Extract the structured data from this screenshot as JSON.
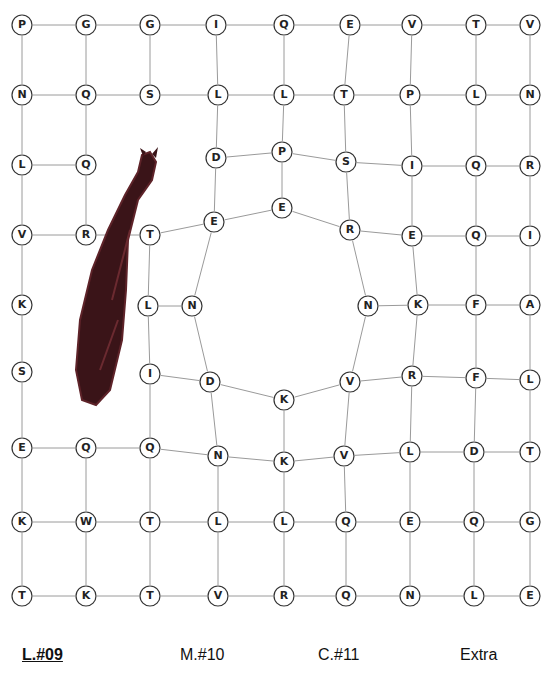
{
  "diagram": {
    "nodes": [
      {
        "text": [
          "P"
        ]
      },
      {
        "text": [
          "G"
        ]
      },
      {
        "text": [
          "G"
        ]
      },
      {
        "text": [
          "I"
        ]
      },
      {
        "text": [
          "Q"
        ]
      },
      {
        "text": [
          "E"
        ]
      },
      {
        "text": [
          "V"
        ]
      },
      {
        "text": [
          "T"
        ]
      },
      {
        "text": [
          "V"
        ]
      },
      {
        "text": [
          "N"
        ]
      },
      {
        "text": [
          "Q"
        ]
      },
      {
        "text": [
          "S"
        ]
      },
      {
        "text": [
          "L"
        ]
      },
      {
        "text": [
          "L"
        ]
      },
      {
        "text": [
          "T"
        ]
      },
      {
        "text": [
          "P"
        ]
      },
      {
        "text": [
          "L"
        ]
      },
      {
        "text": [
          "N"
        ]
      },
      {
        "text": [
          "L"
        ]
      },
      {
        "text": [
          "Q"
        ]
      },
      {
        "text": [
          "D"
        ]
      },
      {
        "text": [
          "P"
        ]
      },
      {
        "text": [
          "S"
        ]
      },
      {
        "text": [
          "I"
        ]
      },
      {
        "text": [
          "Q"
        ]
      },
      {
        "text": [
          "R"
        ]
      },
      {
        "text": [
          "V"
        ]
      },
      {
        "text": [
          "R"
        ]
      },
      {
        "text": [
          "T"
        ]
      },
      {
        "text": [
          "E"
        ]
      },
      {
        "text": [
          "E"
        ]
      },
      {
        "text": [
          "R"
        ]
      },
      {
        "text": [
          "E"
        ]
      },
      {
        "text": [
          "Q"
        ]
      },
      {
        "text": [
          "I"
        ]
      },
      {
        "text": [
          "K"
        ]
      },
      {
        "text": [
          "L"
        ]
      },
      {
        "text": [
          "N"
        ]
      },
      {
        "text": [
          "N"
        ]
      },
      {
        "text": [
          "K"
        ]
      },
      {
        "text": [
          "F"
        ]
      },
      {
        "text": [
          "A"
        ]
      },
      {
        "text": [
          "S"
        ]
      },
      {
        "text": [
          "I"
        ]
      },
      {
        "text": [
          "D"
        ]
      },
      {
        "text": [
          "K"
        ]
      },
      {
        "text": [
          "V"
        ]
      },
      {
        "text": [
          "R"
        ]
      },
      {
        "text": [
          "F"
        ]
      },
      {
        "text": [
          "L"
        ]
      },
      {
        "text": [
          "E"
        ]
      },
      {
        "text": [
          "Q"
        ]
      },
      {
        "text": [
          "Q"
        ]
      },
      {
        "text": [
          "N"
        ]
      },
      {
        "text": [
          "K"
        ]
      },
      {
        "text": [
          "V"
        ]
      },
      {
        "text": [
          "L"
        ]
      },
      {
        "text": [
          "D"
        ]
      },
      {
        "text": [
          "T"
        ]
      },
      {
        "text": [
          "K"
        ]
      },
      {
        "text": [
          "W"
        ]
      },
      {
        "text": [
          "T"
        ]
      },
      {
        "text": [
          "L"
        ]
      },
      {
        "text": [
          "L"
        ]
      },
      {
        "text": [
          "Q"
        ]
      },
      {
        "text": [
          "E"
        ]
      },
      {
        "text": [
          "Q"
        ]
      },
      {
        "text": [
          "G"
        ]
      },
      {
        "text": [
          "T"
        ]
      },
      {
        "text": [
          "K"
        ]
      },
      {
        "text": [
          "T"
        ]
      },
      {
        "text": [
          "V"
        ]
      },
      {
        "text": [
          "R"
        ]
      },
      {
        "text": [
          "Q"
        ]
      },
      {
        "text": [
          "N"
        ]
      },
      {
        "text": [
          "L"
        ]
      },
      {
        "text": [
          "E"
        ]
      }
    ],
    "edges": [
      {
        "from": 0,
        "to": 1,
        "arrow": "none"
      },
      {
        "from": 1,
        "to": 2,
        "arrow": "none"
      },
      {
        "from": 2,
        "to": 3,
        "arrow": "none"
      },
      {
        "from": 3,
        "to": 4,
        "arrow": "none"
      },
      {
        "from": 4,
        "to": 5,
        "arrow": "none"
      },
      {
        "from": 5,
        "to": 6,
        "arrow": "none"
      },
      {
        "from": 6,
        "to": 7,
        "arrow": "none"
      },
      {
        "from": 7,
        "to": 8,
        "arrow": "none"
      },
      {
        "from": 9,
        "to": 10,
        "arrow": "none"
      },
      {
        "from": 10,
        "to": 11,
        "arrow": "none"
      },
      {
        "from": 11,
        "to": 12,
        "arrow": "none"
      },
      {
        "from": 12,
        "to": 13,
        "arrow": "none"
      },
      {
        "from": 13,
        "to": 14,
        "arrow": "none"
      },
      {
        "from": 14,
        "to": 15,
        "arrow": "none"
      },
      {
        "from": 15,
        "to": 16,
        "arrow": "none"
      },
      {
        "from": 16,
        "to": 17,
        "arrow": "none"
      },
      {
        "from": 18,
        "to": 19,
        "arrow": "none"
      },
      {
        "from": 20,
        "to": 21,
        "arrow": "none"
      },
      {
        "from": 21,
        "to": 22,
        "arrow": "none"
      },
      {
        "from": 22,
        "to": 23,
        "arrow": "none"
      },
      {
        "from": 23,
        "to": 24,
        "arrow": "none"
      },
      {
        "from": 24,
        "to": 25,
        "arrow": "none"
      },
      {
        "from": 26,
        "to": 27,
        "arrow": "none"
      },
      {
        "from": 27,
        "to": 28,
        "arrow": "none"
      },
      {
        "from": 28,
        "to": 29,
        "arrow": "none"
      },
      {
        "from": 29,
        "to": 30,
        "arrow": "none"
      },
      {
        "from": 30,
        "to": 31,
        "arrow": "none"
      },
      {
        "from": 31,
        "to": 32,
        "arrow": "none"
      },
      {
        "from": 32,
        "to": 33,
        "arrow": "none"
      },
      {
        "from": 33,
        "to": 34,
        "arrow": "none"
      },
      {
        "from": 36,
        "to": 37,
        "arrow": "none"
      },
      {
        "from": 38,
        "to": 39,
        "arrow": "none"
      },
      {
        "from": 39,
        "to": 40,
        "arrow": "none"
      },
      {
        "from": 40,
        "to": 41,
        "arrow": "none"
      },
      {
        "from": 43,
        "to": 44,
        "arrow": "none"
      },
      {
        "from": 44,
        "to": 45,
        "arrow": "none"
      },
      {
        "from": 45,
        "to": 46,
        "arrow": "none"
      },
      {
        "from": 46,
        "to": 47,
        "arrow": "none"
      },
      {
        "from": 47,
        "to": 48,
        "arrow": "none"
      },
      {
        "from": 48,
        "to": 49,
        "arrow": "none"
      },
      {
        "from": 50,
        "to": 51,
        "arrow": "none"
      },
      {
        "from": 51,
        "to": 52,
        "arrow": "none"
      },
      {
        "from": 52,
        "to": 53,
        "arrow": "none"
      },
      {
        "from": 53,
        "to": 54,
        "arrow": "none"
      },
      {
        "from": 54,
        "to": 55,
        "arrow": "none"
      },
      {
        "from": 55,
        "to": 56,
        "arrow": "none"
      },
      {
        "from": 56,
        "to": 57,
        "arrow": "none"
      },
      {
        "from": 57,
        "to": 58,
        "arrow": "none"
      },
      {
        "from": 59,
        "to": 60,
        "arrow": "none"
      },
      {
        "from": 60,
        "to": 61,
        "arrow": "none"
      },
      {
        "from": 61,
        "to": 62,
        "arrow": "none"
      },
      {
        "from": 62,
        "to": 63,
        "arrow": "none"
      },
      {
        "from": 63,
        "to": 64,
        "arrow": "none"
      },
      {
        "from": 64,
        "to": 65,
        "arrow": "none"
      },
      {
        "from": 65,
        "to": 66,
        "arrow": "none"
      },
      {
        "from": 66,
        "to": 67,
        "arrow": "none"
      },
      {
        "from": 68,
        "to": 69,
        "arrow": "none"
      },
      {
        "from": 69,
        "to": 70,
        "arrow": "none"
      },
      {
        "from": 70,
        "to": 71,
        "arrow": "none"
      },
      {
        "from": 71,
        "to": 72,
        "arrow": "none"
      },
      {
        "from": 72,
        "to": 73,
        "arrow": "none"
      },
      {
        "from": 73,
        "to": 74,
        "arrow": "none"
      },
      {
        "from": 74,
        "to": 75,
        "arrow": "none"
      },
      {
        "from": 75,
        "to": 76,
        "arrow": "none"
      },
      {
        "from": 0,
        "to": 9,
        "arrow": "none"
      },
      {
        "from": 9,
        "to": 18,
        "arrow": "none"
      },
      {
        "from": 18,
        "to": 26,
        "arrow": "none"
      },
      {
        "from": 26,
        "to": 35,
        "arrow": "none"
      },
      {
        "from": 35,
        "to": 42,
        "arrow": "none"
      },
      {
        "from": 42,
        "to": 50,
        "arrow": "none"
      },
      {
        "from": 50,
        "to": 59,
        "arrow": "none"
      },
      {
        "from": 59,
        "to": 68,
        "arrow": "none"
      },
      {
        "from": 1,
        "to": 10,
        "arrow": "none"
      },
      {
        "from": 10,
        "to": 19,
        "arrow": "none"
      },
      {
        "from": 19,
        "to": 27,
        "arrow": "none"
      },
      {
        "from": 51,
        "to": 60,
        "arrow": "none"
      },
      {
        "from": 60,
        "to": 69,
        "arrow": "none"
      },
      {
        "from": 2,
        "to": 11,
        "arrow": "none"
      },
      {
        "from": 28,
        "to": 36,
        "arrow": "none"
      },
      {
        "from": 36,
        "to": 43,
        "arrow": "none"
      },
      {
        "from": 43,
        "to": 52,
        "arrow": "none"
      },
      {
        "from": 52,
        "to": 61,
        "arrow": "none"
      },
      {
        "from": 61,
        "to": 70,
        "arrow": "none"
      },
      {
        "from": 3,
        "to": 12,
        "arrow": "none"
      },
      {
        "from": 12,
        "to": 20,
        "arrow": "none"
      },
      {
        "from": 20,
        "to": 29,
        "arrow": "none"
      },
      {
        "from": 29,
        "to": 37,
        "arrow": "none"
      },
      {
        "from": 37,
        "to": 44,
        "arrow": "none"
      },
      {
        "from": 44,
        "to": 53,
        "arrow": "none"
      },
      {
        "from": 53,
        "to": 62,
        "arrow": "none"
      },
      {
        "from": 62,
        "to": 71,
        "arrow": "none"
      },
      {
        "from": 4,
        "to": 13,
        "arrow": "none"
      },
      {
        "from": 13,
        "to": 21,
        "arrow": "none"
      },
      {
        "from": 21,
        "to": 30,
        "arrow": "none"
      },
      {
        "from": 45,
        "to": 54,
        "arrow": "none"
      },
      {
        "from": 54,
        "to": 63,
        "arrow": "none"
      },
      {
        "from": 63,
        "to": 72,
        "arrow": "none"
      },
      {
        "from": 5,
        "to": 14,
        "arrow": "none"
      },
      {
        "from": 14,
        "to": 22,
        "arrow": "none"
      },
      {
        "from": 22,
        "to": 31,
        "arrow": "none"
      },
      {
        "from": 31,
        "to": 38,
        "arrow": "none"
      },
      {
        "from": 38,
        "to": 46,
        "arrow": "none"
      },
      {
        "from": 46,
        "to": 55,
        "arrow": "none"
      },
      {
        "from": 55,
        "to": 64,
        "arrow": "none"
      },
      {
        "from": 64,
        "to": 73,
        "arrow": "none"
      },
      {
        "from": 6,
        "to": 15,
        "arrow": "none"
      },
      {
        "from": 15,
        "to": 23,
        "arrow": "none"
      },
      {
        "from": 23,
        "to": 32,
        "arrow": "none"
      },
      {
        "from": 32,
        "to": 39,
        "arrow": "none"
      },
      {
        "from": 39,
        "to": 47,
        "arrow": "none"
      },
      {
        "from": 47,
        "to": 56,
        "arrow": "none"
      },
      {
        "from": 56,
        "to": 65,
        "arrow": "none"
      },
      {
        "from": 65,
        "to": 74,
        "arrow": "none"
      },
      {
        "from": 7,
        "to": 16,
        "arrow": "none"
      },
      {
        "from": 16,
        "to": 24,
        "arrow": "none"
      },
      {
        "from": 24,
        "to": 33,
        "arrow": "none"
      },
      {
        "from": 33,
        "to": 40,
        "arrow": "none"
      },
      {
        "from": 40,
        "to": 48,
        "arrow": "none"
      },
      {
        "from": 48,
        "to": 57,
        "arrow": "none"
      },
      {
        "from": 57,
        "to": 66,
        "arrow": "none"
      },
      {
        "from": 66,
        "to": 75,
        "arrow": "none"
      },
      {
        "from": 8,
        "to": 17,
        "arrow": "none"
      },
      {
        "from": 17,
        "to": 25,
        "arrow": "none"
      },
      {
        "from": 25,
        "to": 34,
        "arrow": "none"
      },
      {
        "from": 34,
        "to": 41,
        "arrow": "none"
      },
      {
        "from": 41,
        "to": 49,
        "arrow": "none"
      },
      {
        "from": 49,
        "to": 58,
        "arrow": "none"
      },
      {
        "from": 58,
        "to": 67,
        "arrow": "none"
      },
      {
        "from": 67,
        "to": 76,
        "arrow": "none"
      }
    ],
    "labels": [
      "L.#09",
      "M.#10",
      "C.#11",
      "Extra"
    ]
  }
}
